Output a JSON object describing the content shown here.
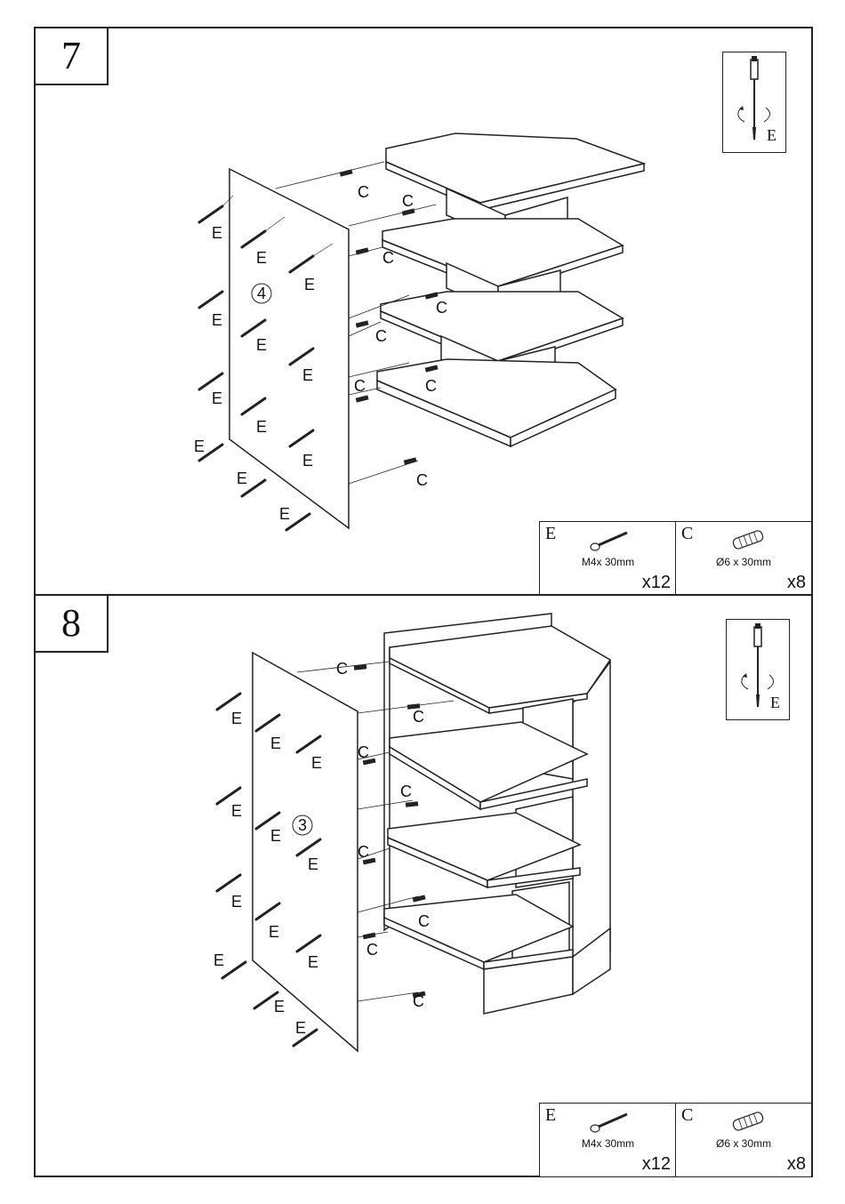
{
  "steps": [
    {
      "number": "7",
      "panel_number": "4",
      "tool_letter": "E",
      "parts": [
        {
          "letter": "E",
          "spec": "M4x 30mm",
          "qty": "x12",
          "icon": "screw-icon"
        },
        {
          "letter": "C",
          "spec": "Ø6 x 30mm",
          "qty": "x8",
          "icon": "dowel-icon"
        }
      ],
      "label_c": "C",
      "label_e": "E"
    },
    {
      "number": "8",
      "panel_number": "3",
      "tool_letter": "E",
      "parts": [
        {
          "letter": "E",
          "spec": "M4x 30mm",
          "qty": "x12",
          "icon": "screw-icon"
        },
        {
          "letter": "C",
          "spec": "Ø6 x 30mm",
          "qty": "x8",
          "icon": "dowel-icon"
        }
      ],
      "label_c": "C",
      "label_e": "E"
    }
  ],
  "colors": {
    "line": "#222222",
    "background": "#ffffff"
  }
}
